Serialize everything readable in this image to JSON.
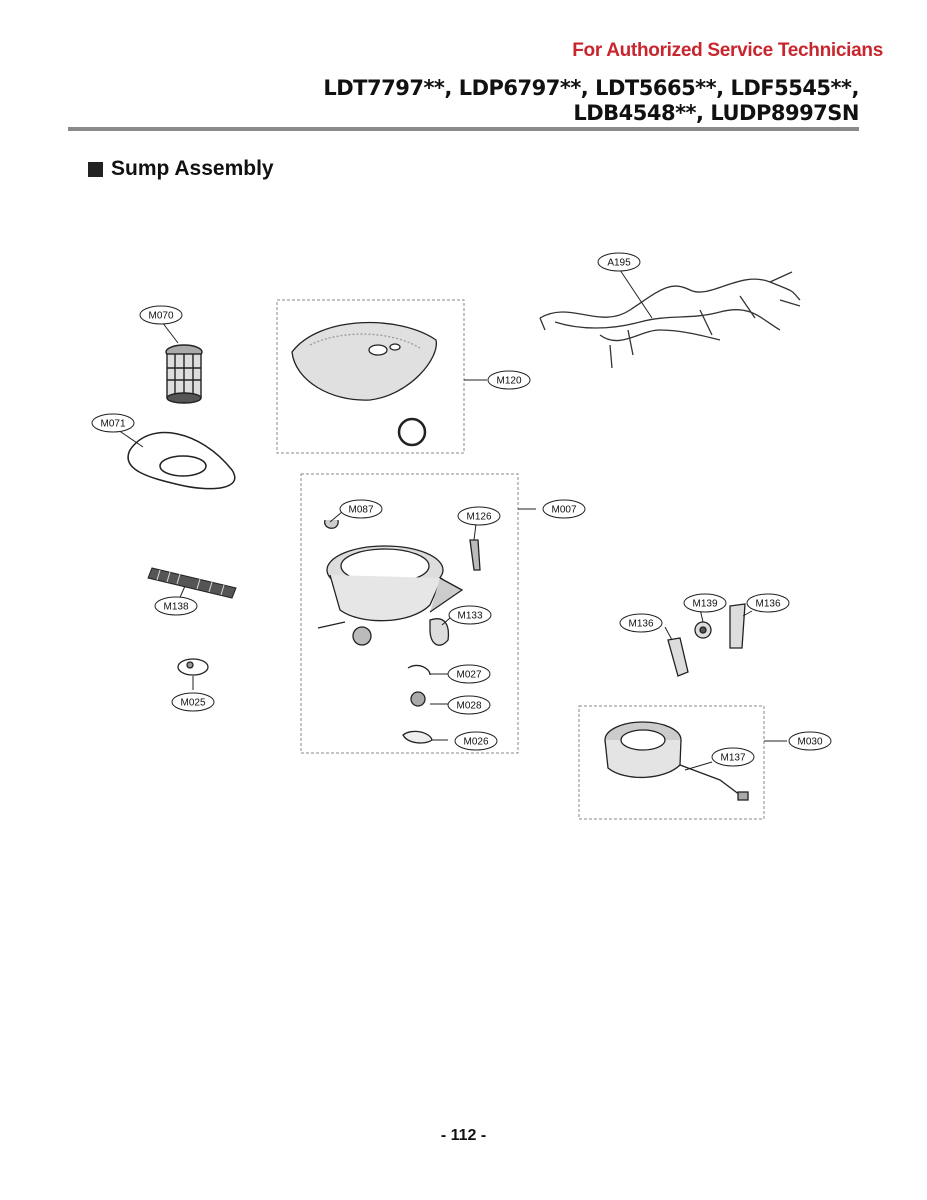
{
  "header": {
    "notice": "For Authorized Service Technicians",
    "models_line1": "LDT7797**, LDP6797**, LDT5665**, LDF5545**,",
    "models_line2": "LDB4548**, LUDP8997SN"
  },
  "section": {
    "title": "Sump Assembly"
  },
  "callouts": {
    "a195": "A195",
    "m070": "M070",
    "m120": "M120",
    "m071": "M071",
    "m087": "M087",
    "m126": "M126",
    "m007": "M007",
    "m138": "M138",
    "m133": "M133",
    "m139": "M139",
    "m136_left": "M136",
    "m136_right": "M136",
    "m027": "M027",
    "m025": "M025",
    "m028": "M028",
    "m026": "M026",
    "m030": "M030",
    "m137": "M137"
  },
  "footer": {
    "page_number": "- 112 -"
  }
}
